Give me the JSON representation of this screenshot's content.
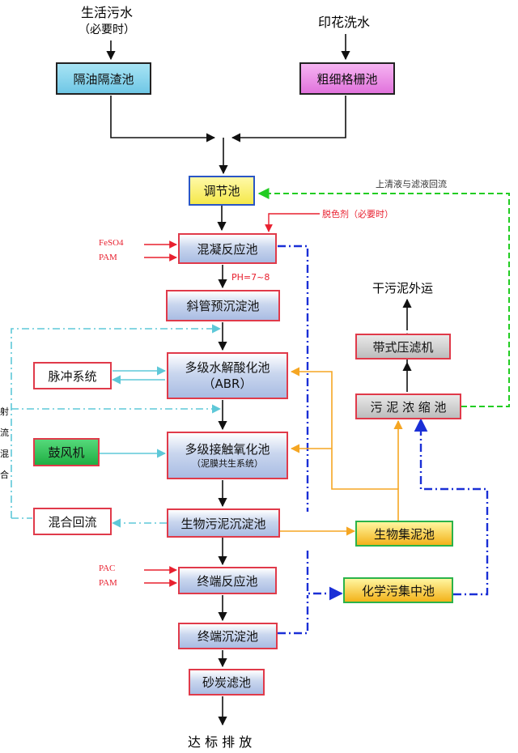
{
  "inputs": {
    "domestic_sewage": "生活污水",
    "domestic_note": "（必要时）",
    "printing_wash": "印花洗水"
  },
  "units": {
    "oil_grease_trap": "隔油隔渣池",
    "coarse_fine_screen": "粗细格栅池",
    "equalization_tank": "调节池",
    "coagulation_tank": "混凝反应池",
    "inclined_tube_settler": "斜管预沉淀池",
    "hydrolysis_line1": "多级水解酸化池",
    "hydrolysis_line2": "（ABR）",
    "contact_oxidation_line1": "多级接触氧化池",
    "contact_oxidation_line2": "（泥膜共生系统）",
    "bio_sludge_settler": "生物污泥沉淀池",
    "terminal_reaction": "终端反应池",
    "terminal_settler": "终端沉淀池",
    "sand_carbon_filter": "砂炭滤池",
    "pulse_system": "脉冲系统",
    "blower": "鼓风机",
    "mixed_reflux": "混合回流",
    "bio_sludge_collector": "生物集泥池",
    "chem_sludge_collector": "化学污集中池",
    "sludge_thickener": "污 泥 浓 缩 池",
    "belt_press": "带式压滤机"
  },
  "labels": {
    "dry_sludge_out": "干污泥外运",
    "supernatant_return": "上清液与滤液回流",
    "decolorant": "脱色剂（必要时）",
    "feso4": "FeSO4",
    "pam1": "PAM",
    "ph": "PH=7~8",
    "pac": "PAC",
    "pam2": "PAM",
    "discharge": "达 标 排 放",
    "side_chars": [
      "射",
      "流",
      "混",
      "合"
    ]
  },
  "colors": {
    "black_flow": "#111111",
    "cyan_flow": "#5ec8d8",
    "green_return": "#22cc22",
    "blue_dash": "#1a2fd6",
    "orange_flow": "#f5a623",
    "red_chem": "#e8202f"
  }
}
